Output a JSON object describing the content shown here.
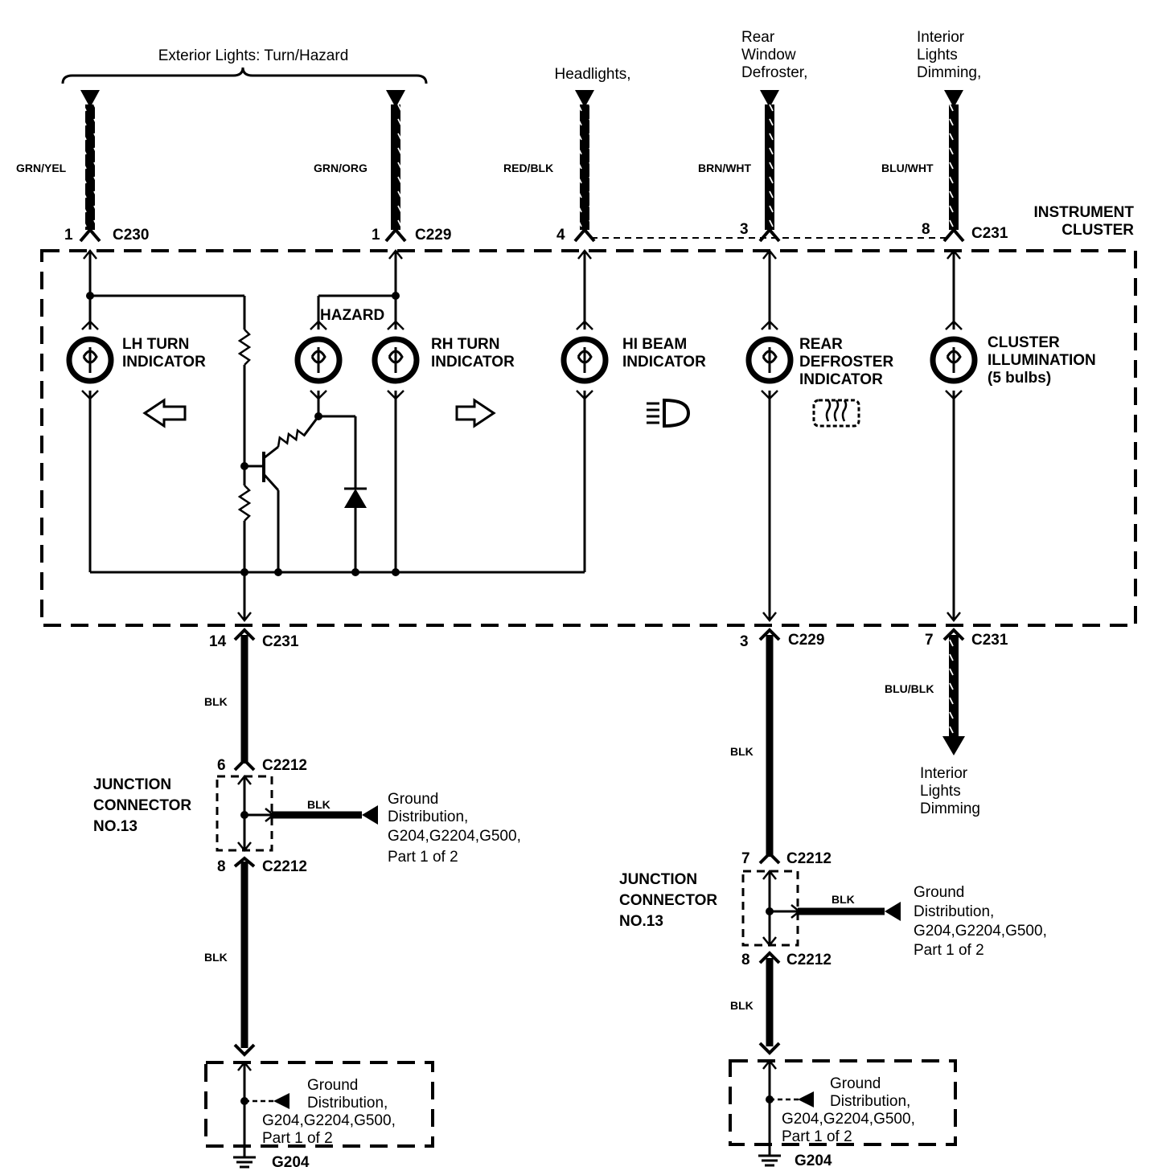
{
  "top_labels": {
    "exterior_lights": "Exterior Lights: Turn/Hazard",
    "headlights": "Headlights,",
    "rear_window_1": "Rear",
    "rear_window_2": "Window",
    "rear_window_3": "Defroster,",
    "interior_top_1": "Interior",
    "interior_top_2": "Lights",
    "interior_top_3": "Dimming,"
  },
  "wire_colors": {
    "c1": "GRN/YEL",
    "c2": "GRN/ORG",
    "c3": "RED/BLK",
    "c4": "BRN/WHT",
    "c5": "BLU/WHT",
    "blu_blk": "BLU/BLK",
    "blk": "BLK"
  },
  "pins": {
    "p1a": "1",
    "p1b": "1",
    "p4": "4",
    "p3top": "3",
    "p8top": "8",
    "p14": "14",
    "p3bot": "3",
    "p7bot": "7",
    "p6": "6",
    "p8left": "8",
    "p7right": "7",
    "p8right": "8"
  },
  "connectors": {
    "c230": "C230",
    "c229a": "C229",
    "c231a": "C231",
    "c231b": "C231",
    "c229b": "C229",
    "c231c": "C231",
    "c2212a": "C2212",
    "c2212b": "C2212",
    "c2212c": "C2212",
    "c2212d": "C2212"
  },
  "cluster": {
    "title_1": "INSTRUMENT",
    "title_2": "CLUSTER",
    "lh_1": "LH TURN",
    "lh_2": "INDICATOR",
    "hazard": "HAZARD",
    "rh_1": "RH TURN",
    "rh_2": "INDICATOR",
    "hi_1": "HI BEAM",
    "hi_2": "INDICATOR",
    "rd_1": "REAR",
    "rd_2": "DEFROSTER",
    "rd_3": "INDICATOR",
    "cl_1": "CLUSTER",
    "cl_2": "ILLUMINATION",
    "cl_3": "(5 bulbs)"
  },
  "junction": {
    "title_1": "JUNCTION",
    "title_2": "CONNECTOR",
    "title_3": "NO.13"
  },
  "ground_dist": {
    "line_1": "Ground",
    "line_2": "Distribution,",
    "line_3": "G204,G2204,G500,",
    "line_4": "Part 1 of 2"
  },
  "interior_bottom": {
    "line_1": "Interior",
    "line_2": "Lights",
    "line_3": "Dimming"
  },
  "ground": "G204"
}
